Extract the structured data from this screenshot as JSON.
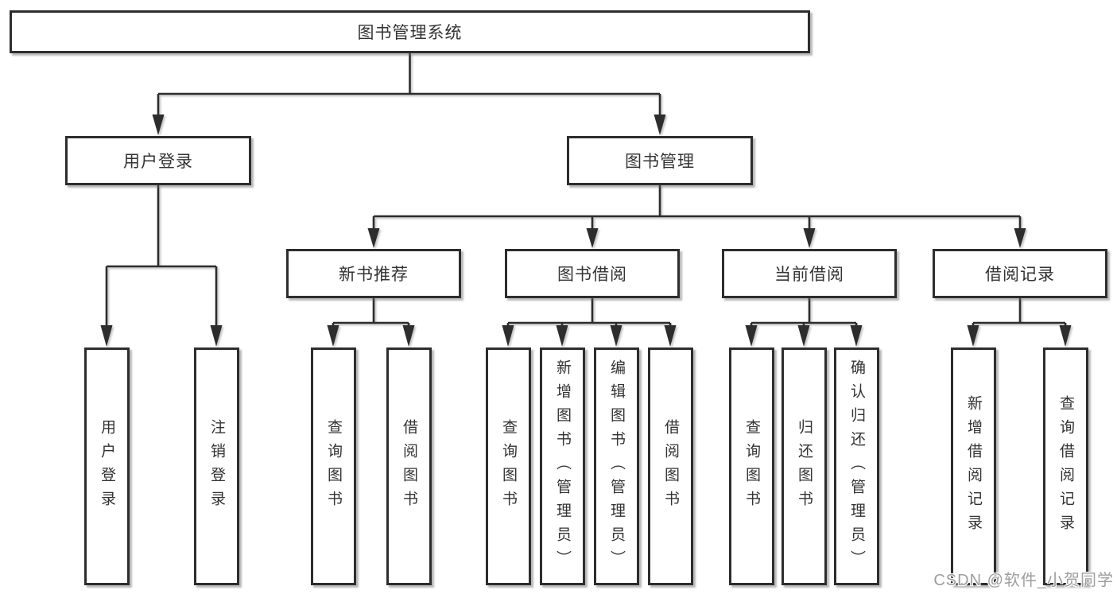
{
  "tree": {
    "label": "图书管理系统",
    "children": [
      {
        "label": "用户登录",
        "children": [
          {
            "label": "用户登录"
          },
          {
            "label": "注销登录"
          }
        ]
      },
      {
        "label": "图书管理",
        "children": [
          {
            "label": "新书推荐",
            "children": [
              {
                "label": "查询图书"
              },
              {
                "label": "借阅图书"
              }
            ]
          },
          {
            "label": "图书借阅",
            "children": [
              {
                "label": "查询图书"
              },
              {
                "label": "新增图书（管理员）"
              },
              {
                "label": "编辑图书（管理员）"
              },
              {
                "label": "借阅图书"
              }
            ]
          },
          {
            "label": "当前借阅",
            "children": [
              {
                "label": "查询图书"
              },
              {
                "label": "归还图书"
              },
              {
                "label": "确认归还（管理员）"
              }
            ]
          },
          {
            "label": "借阅记录",
            "children": [
              {
                "label": "新增借阅记录"
              },
              {
                "label": "查询借阅记录"
              }
            ]
          }
        ]
      }
    ]
  },
  "watermark": "CSDN @软件_小贺同学",
  "colors": {
    "line": "#2d2d2d",
    "box_border": "#2d2d2d",
    "text": "#333333",
    "watermark": "#9e9e9e",
    "background": "#ffffff"
  }
}
